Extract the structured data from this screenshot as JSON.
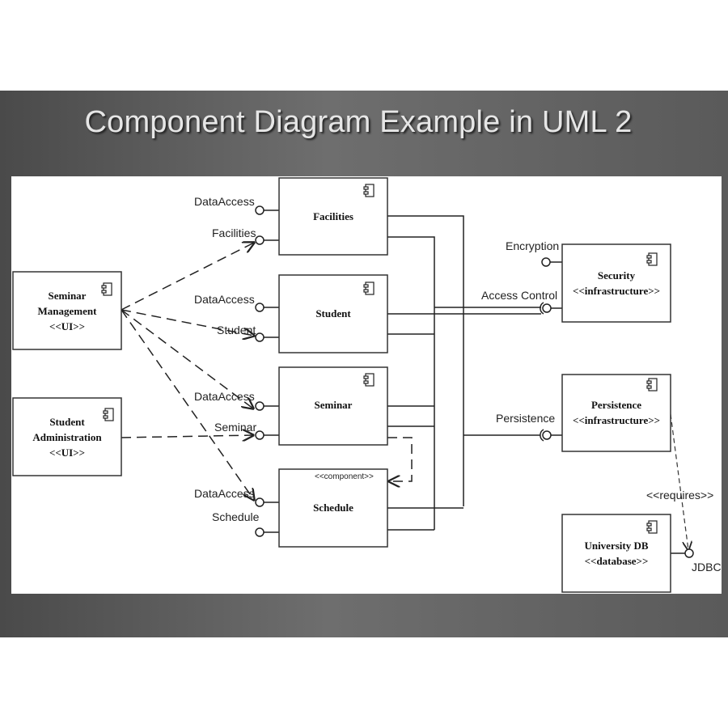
{
  "title": "Component Diagram Example in UML 2",
  "components": {
    "seminar_management": [
      "Seminar",
      "Management",
      "<<UI>>"
    ],
    "student_administration": [
      "Student",
      "Administration",
      "<<UI>>"
    ],
    "facilities": [
      "Facilities"
    ],
    "student": [
      "Student"
    ],
    "seminar": [
      "Seminar"
    ],
    "schedule": [
      "Schedule"
    ],
    "schedule_stereotype": "<<component>>",
    "security": [
      "Security",
      "<<infrastructure>>"
    ],
    "persistence": [
      "Persistence",
      "<<infrastructure>>"
    ],
    "university_db": [
      "University DB",
      "<<database>>"
    ]
  },
  "ports": {
    "facilities_dataaccess": "DataAccess",
    "facilities_facilities": "Facilities",
    "student_dataaccess": "DataAccess",
    "student_student": "Student",
    "seminar_dataaccess": "DataAccess",
    "seminar_seminar": "Seminar",
    "schedule_dataaccess": "DataAccess",
    "schedule_schedule": "Schedule",
    "encryption": "Encryption",
    "access_control": "Access Control",
    "persistence": "Persistence",
    "jdbc": "JDBC"
  },
  "relations": {
    "requires": "<<requires>>"
  },
  "component_icon": "component-icon"
}
